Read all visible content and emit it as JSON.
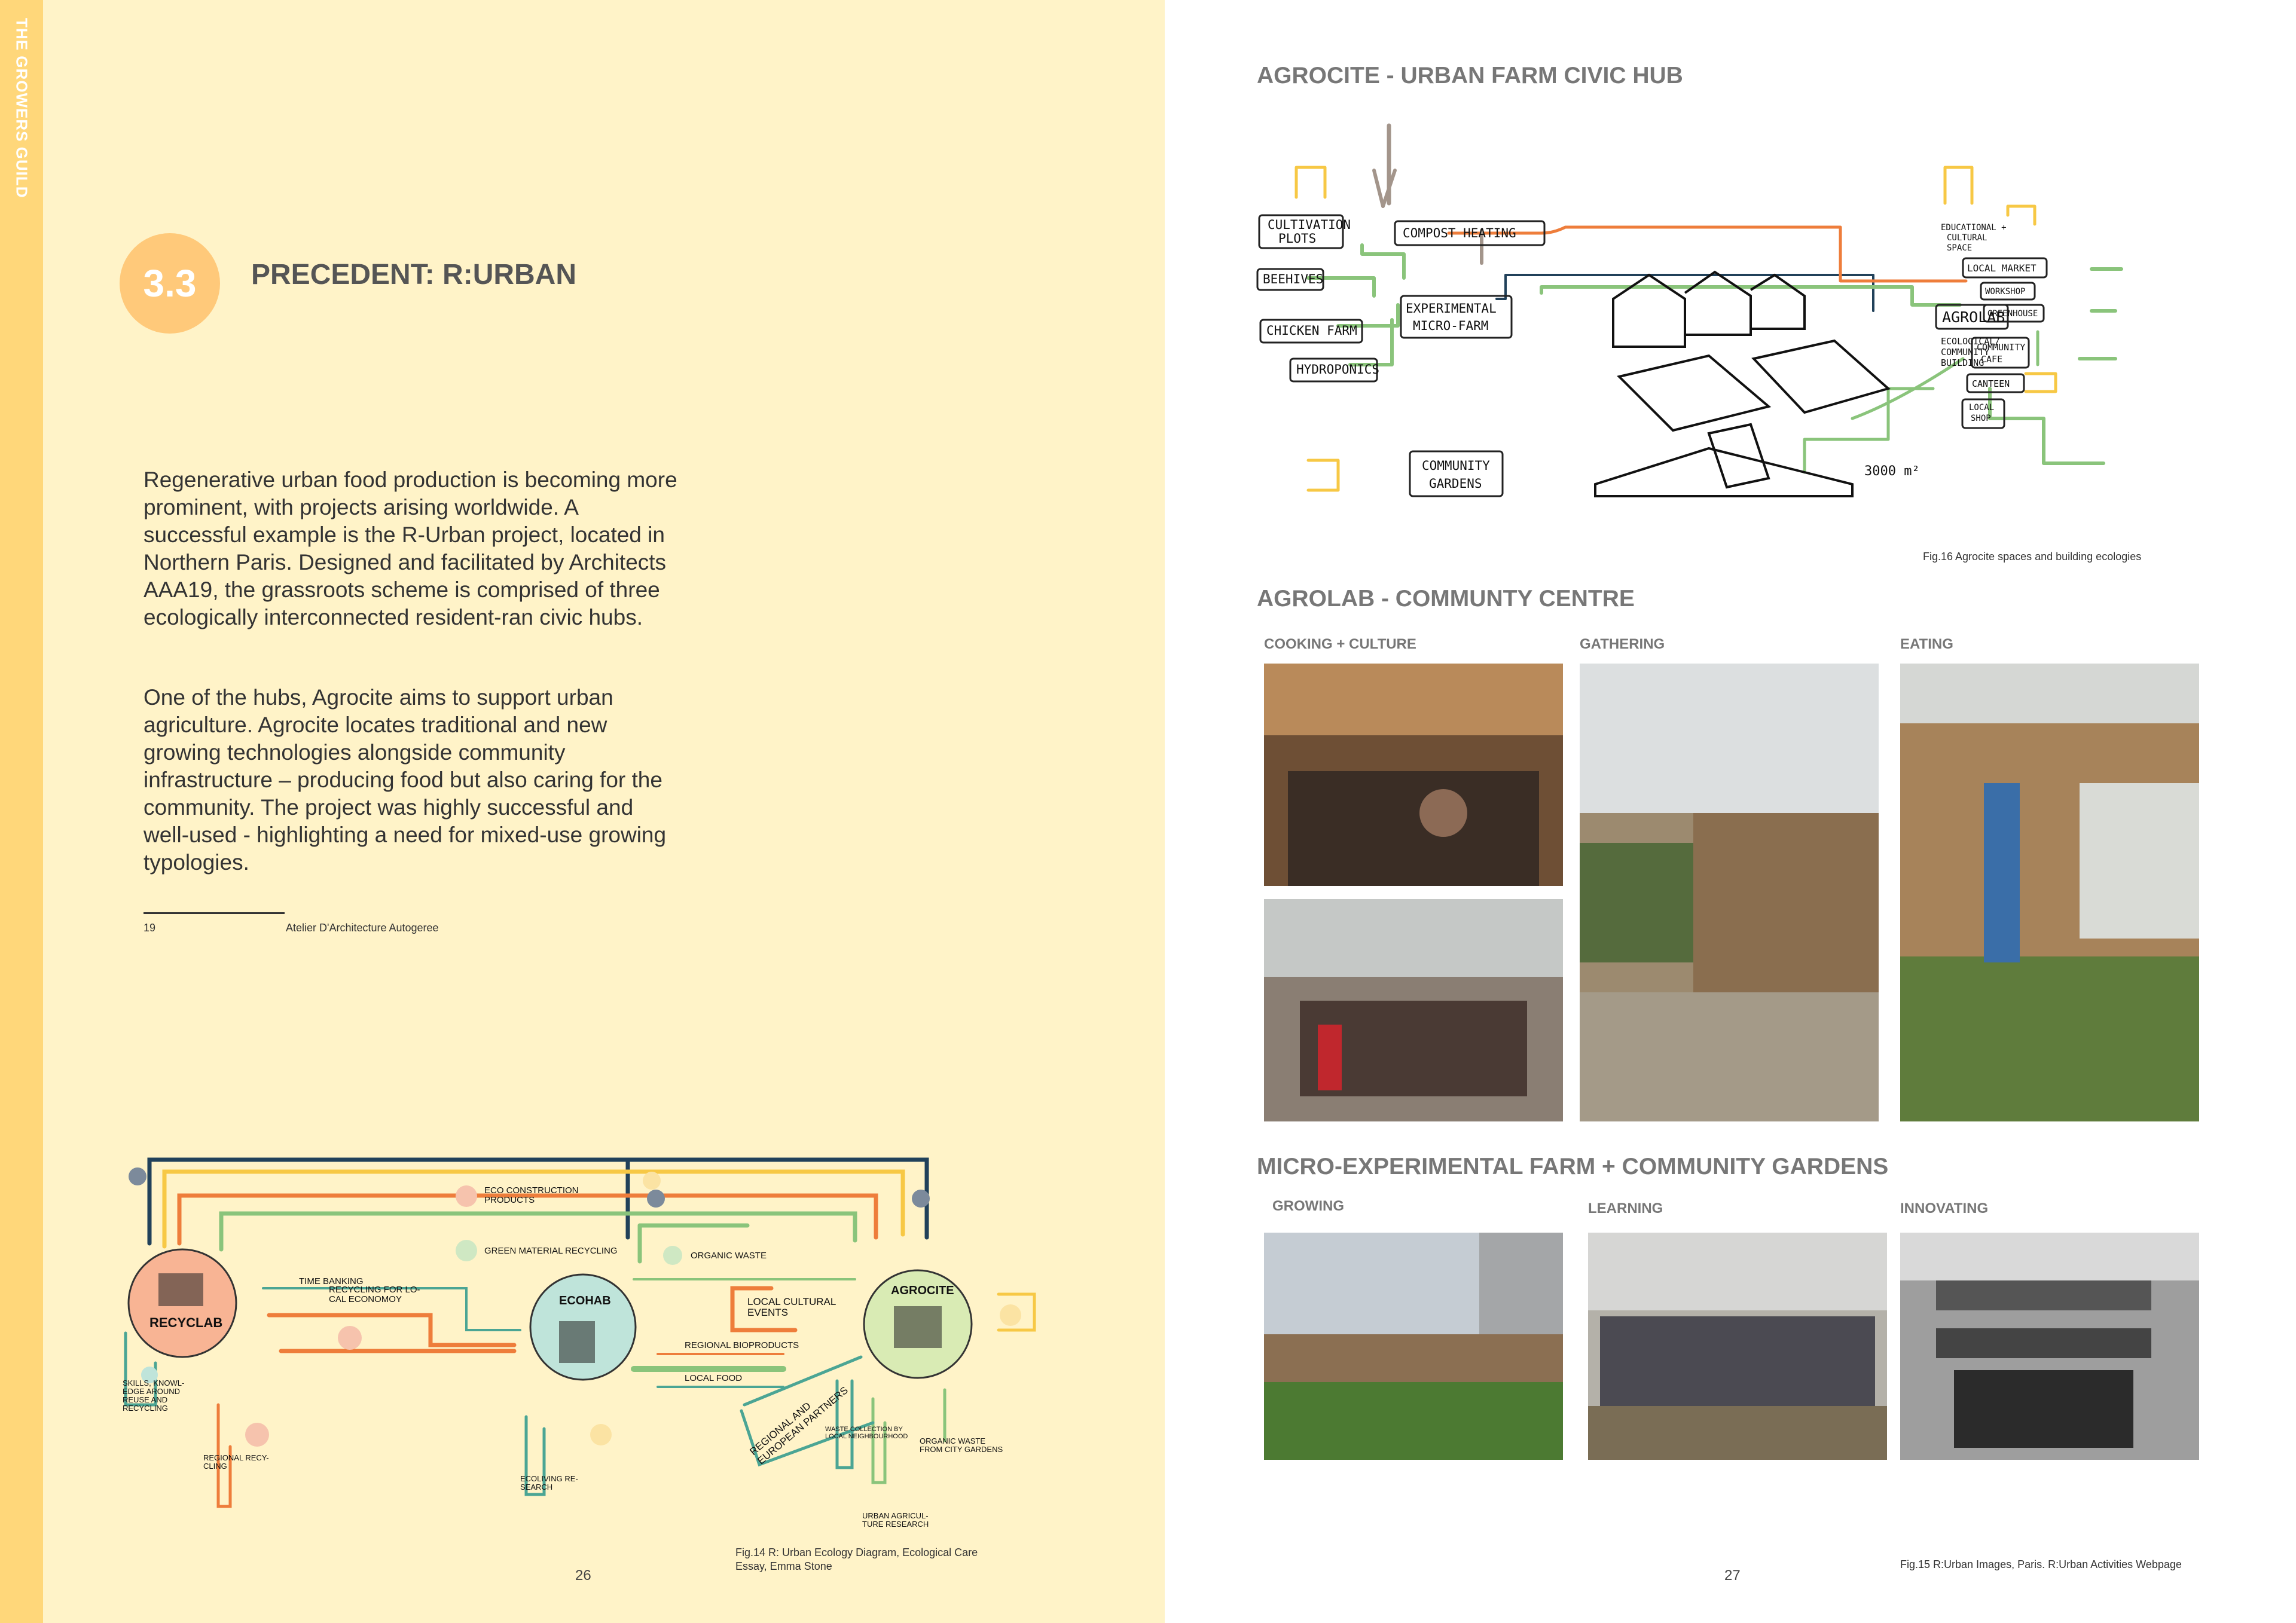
{
  "sidebar": {
    "title": "THE GROWERS GUILD"
  },
  "section": {
    "number": "3.3",
    "title": "PRECEDENT: R:URBAN"
  },
  "body": {
    "paragraph1": "Regenerative urban food production is becoming more prominent, with projects arising worldwide. A successful example is the R-Urban project, located in Northern Paris. Designed and facilitated by Architects AAA19, the grassroots scheme is comprised of three ecologically interconnected resident-ran civic hubs.",
    "paragraph2": "One of the hubs, Agrocite aims to support urban agriculture. Agrocite locates traditional and new growing technologies alongside community infrastructure – producing food but also caring for the community. The project was highly successful and well-used - highlighting a need for mixed-use growing typologies."
  },
  "footnote": {
    "number": "19",
    "text": "Atelier D'Architecture Autogeree"
  },
  "ecology_diagram": {
    "hubs": {
      "recyclab": "RECYCLAB",
      "ecohab": "ECOHAB",
      "agrocite": "AGROCITE"
    },
    "labels": {
      "eco_construction": "ECO CONSTRUCTION",
      "products": "PRODUCTS",
      "green_material": "GREEN MATERIAL RECYCLING",
      "organic_waste": "ORGANIC WASTE",
      "time_banking": "TIME BANKING",
      "recycling_local_1": "RECYCLING FOR LO-",
      "recycling_local_2": "CAL ECONOMOY",
      "local_cultural_1": "LOCAL CULTURAL",
      "local_cultural_2": "EVENTS",
      "regional_bioproducts": "REGIONAL BIOPRODUCTS",
      "local_food": "LOCAL FOOD",
      "regional_european_1": "REGIONAL AND",
      "regional_european_2": "EUROPEAN PARTNERS",
      "skills_1": "SKILLS, KNOWL-",
      "skills_2": "EDGE AROUND",
      "skills_3": "REUSE AND",
      "skills_4": "RECYCLING",
      "regional_recy_1": "REGIONAL RECY-",
      "regional_recy_2": "CLING",
      "ecoliving_1": "ECOLIVING RE-",
      "ecoliving_2": "SEARCH",
      "waste_collection_1": "WASTE COLLECTION BY",
      "waste_collection_2": "LOCAL NEIGHBOURHOOD",
      "organic_city_1": "ORGANIC WASTE",
      "organic_city_2": "FROM CITY GARDENS",
      "urban_agri_1": "URBAN AGRICUL-",
      "urban_agri_2": "TURE RESEARCH"
    },
    "caption_line1": "Fig.14 R: Urban Ecology Diagram, Ecological Care",
    "caption_line2": "Essay, Emma Stone"
  },
  "page_numbers": {
    "left": "26",
    "right": "27"
  },
  "agrocite": {
    "heading": "AGROCITE - URBAN FARM CIVIC HUB",
    "labels": {
      "cultivation_1": "CULTIVATION",
      "cultivation_2": "PLOTS",
      "compost": "COMPOST HEATING",
      "beehives": "BEEHIVES",
      "chicken": "CHICKEN FARM",
      "hydroponics": "HYDROPONICS",
      "experimental_1": "EXPERIMENTAL",
      "experimental_2": "MICRO-FARM",
      "community_1": "COMMUNITY",
      "community_2": "GARDENS",
      "agrolab": "AGROLAB",
      "ecological_1": "ECOLOGICAL/",
      "ecological_2": "COMMUNITY",
      "ecological_3": "BUILDING",
      "educational_1": "EDUCATIONAL +",
      "educational_2": "CULTURAL",
      "educational_3": "SPACE",
      "local_market": "LOCAL MARKET",
      "workshop": "WORKSHOP",
      "greenhouse": "GREENHOUSE",
      "community_cafe_1": "COMMUNITY",
      "community_cafe_2": "CAFE",
      "canteen": "CANTEEN",
      "local_shop_1": "LOCAL",
      "local_shop_2": "SHOP",
      "area": "3000 m²"
    },
    "caption": "Fig.16 Agrocite spaces and building ecologies"
  },
  "agrolab": {
    "heading": "AGROLAB - COMMUNTY CENTRE",
    "sub_cooking": "COOKING + CULTURE",
    "sub_gathering": "GATHERING",
    "sub_eating": "EATING"
  },
  "microfarm": {
    "heading": "MICRO-EXPERIMENTAL FARM + COMMUNITY GARDENS",
    "sub_growing": "GROWING",
    "sub_learning": "LEARNING",
    "sub_innovating": "INNOVATING",
    "caption": "Fig.15 R:Urban Images, Paris. R:Urban Activities Webpage"
  },
  "colors": {
    "page_left": "#fff3c8",
    "strip": "#ffd77a",
    "badge": "#ffc97a",
    "navy": "#21415a",
    "orange": "#ee7d3b",
    "yellow": "#f7c845",
    "green": "#8ac47b",
    "teal": "#4ba594",
    "grey_arrow": "#a3958b"
  }
}
